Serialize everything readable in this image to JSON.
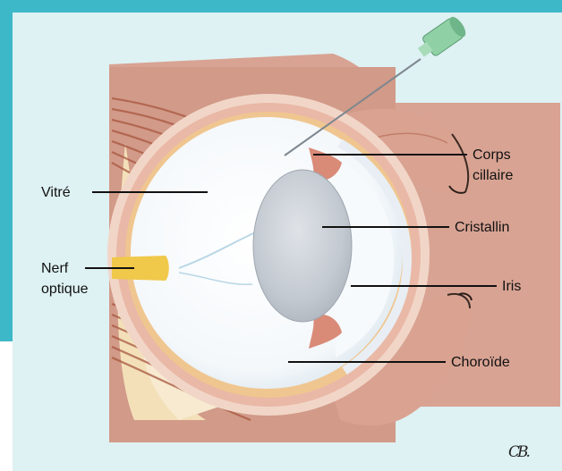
{
  "figure": {
    "colors": {
      "frame": "#3cb8c8",
      "panel": "#def1f3",
      "muscle": "#c9826f",
      "fat": "#f4e2bc",
      "optic_nerve": "#f0c84a",
      "lens": "#c7ccd2",
      "needle_hub": "#8fd0a4"
    },
    "labels": {
      "vitre": "Vitré",
      "nerf_line1": "Nerf",
      "nerf_line2": "optique",
      "corps_line1": "Corps",
      "corps_line2": "cillaire",
      "cristallin": "Cristallin",
      "iris": "Iris",
      "choroide": "Choroïde"
    },
    "signature": "CB."
  }
}
